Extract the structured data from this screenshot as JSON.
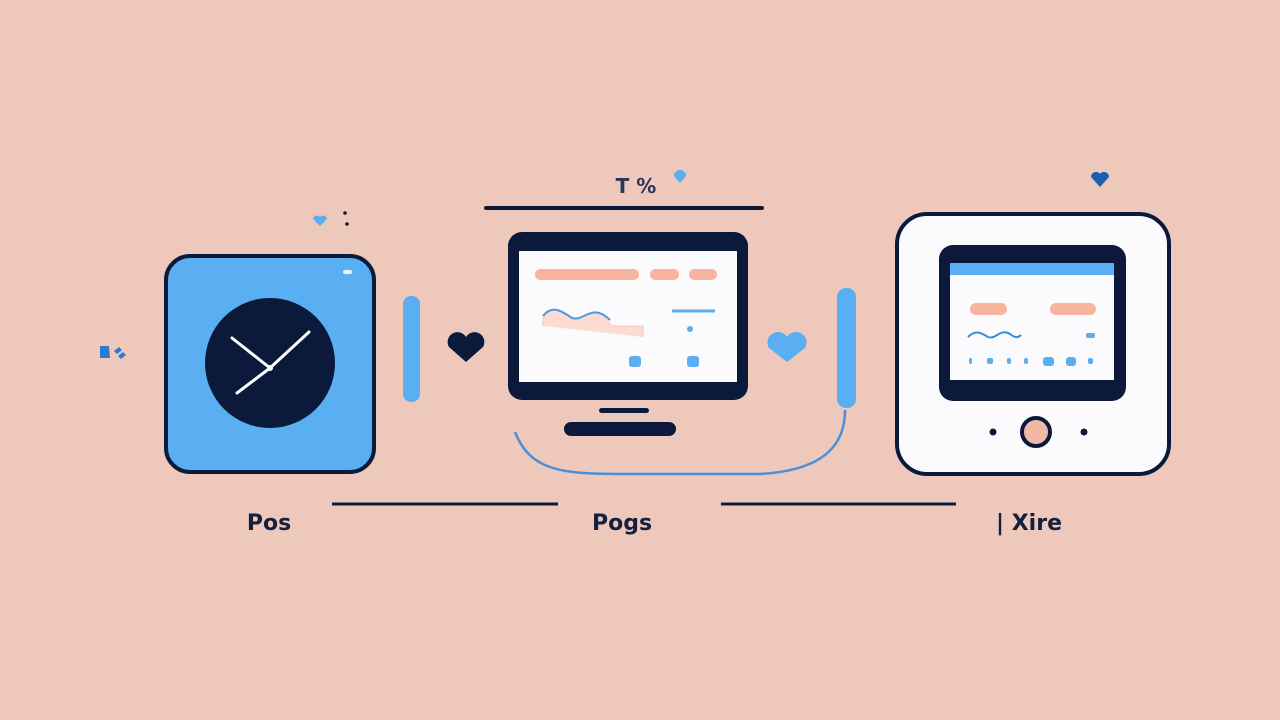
{
  "title": "T %",
  "devices": [
    {
      "label": "Pos",
      "icon": "clock-icon"
    },
    {
      "label": "Pogs",
      "icon": "monitor-icon"
    },
    {
      "label": "| Xire",
      "icon": "tablet-icon"
    }
  ],
  "colors": {
    "background": "#eec9bb",
    "navy": "#0b1a3a",
    "blue": "#5aaef2",
    "salmon": "#f7b49e",
    "white": "#fbfbfd"
  }
}
